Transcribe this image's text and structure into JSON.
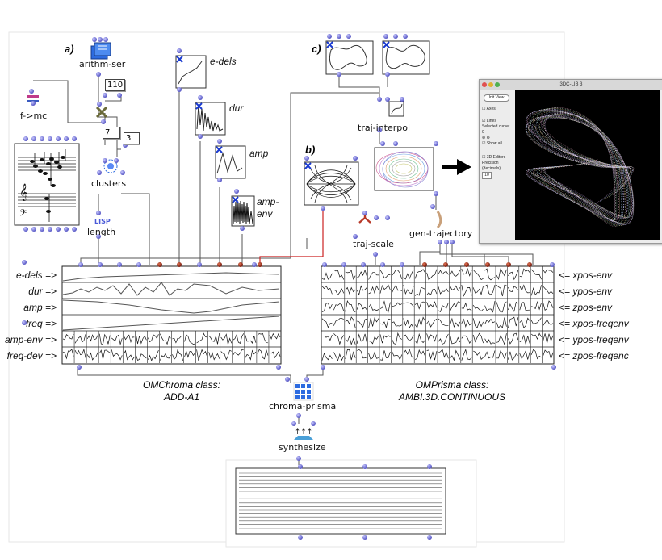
{
  "sections": {
    "a": "a)",
    "b": "b)",
    "c": "c)"
  },
  "boxes": {
    "arithm_ser": "arithm-ser",
    "num_110": "110",
    "num_7": "7",
    "num_3": "3",
    "f_mc": "f->mc",
    "clusters": "clusters",
    "lisp": "LISP",
    "length": "length",
    "traj_interpol": "traj-interpol",
    "traj_scale": "traj-scale",
    "gen_trajectory": "gen-trajectory",
    "chroma_prisma": "chroma-prisma",
    "synthesize": "synthesize"
  },
  "bpf_labels": {
    "e_dels": "e-dels",
    "dur": "dur",
    "amp": "amp",
    "amp_env_1": "amp-",
    "amp_env_2": "env"
  },
  "left_rows": [
    "e-dels =>",
    "dur =>",
    "amp =>",
    "freq =>",
    "amp-env =>",
    "freq-dev =>"
  ],
  "right_rows": [
    "<= xpos-env",
    "<= ypos-env",
    "<= zpos-env",
    "<= xpos-freqenv",
    "<= ypos-freqenv",
    "<= zpos-freqenc"
  ],
  "captions": {
    "left_1": "OMChroma class:",
    "left_2": "ADD-A1",
    "right_1": "OMPrisma class:",
    "right_2": "AMBI.3D.CONTINUOUS"
  },
  "window": {
    "title": "3DC-LIB 3",
    "init_view": "Init View",
    "axes": "Axes",
    "lines": "Lines",
    "selected_curve": "Selected curve:",
    "selected_value": "0",
    "show_all": "Show all",
    "editors": "3D Editors",
    "precision": "Precision (decimals)",
    "precision_value": "10"
  },
  "colors": {
    "inlet": "#7a7ad8",
    "outlet_red": "#8b2a1a",
    "patch_line": "#555555",
    "red_line": "#cc2222",
    "icon_blue": "#2d6be0"
  }
}
